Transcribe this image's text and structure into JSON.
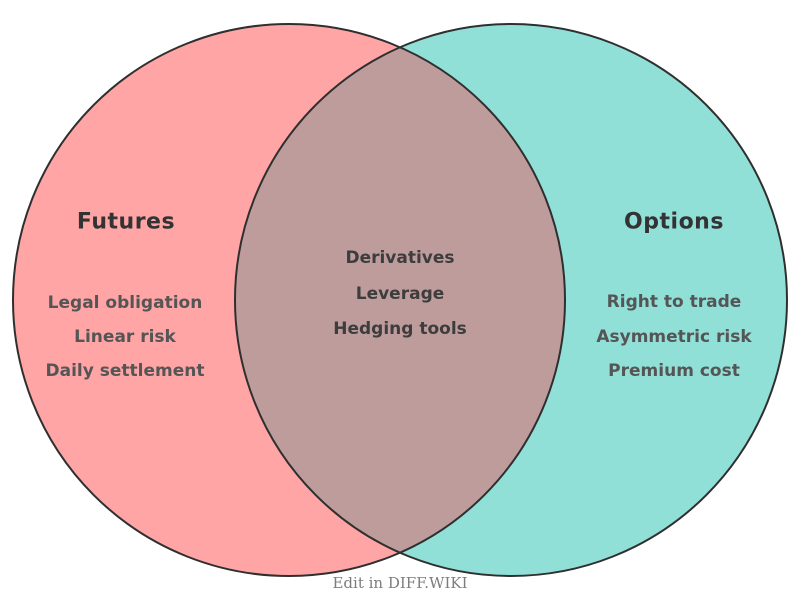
{
  "diagram": {
    "type": "venn",
    "left": {
      "title": "Futures",
      "items": [
        "Legal obligation",
        "Linear risk",
        "Daily settlement"
      ],
      "color": "#ffa5a5"
    },
    "right": {
      "title": "Options",
      "items": [
        "Right to trade",
        "Asymmetric risk",
        "Premium cost"
      ],
      "color": "#90e0d8"
    },
    "intersection": {
      "items": [
        "Derivatives",
        "Leverage",
        "Hedging tools"
      ],
      "color": "#bf9c9c"
    },
    "outline_color": "#2f2f2f",
    "footer": "Edit in DIFF.WIKI"
  }
}
